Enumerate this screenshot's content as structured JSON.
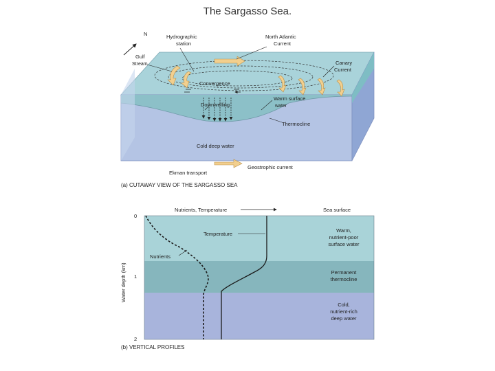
{
  "slide": {
    "title": "The Sargasso Sea."
  },
  "cutaway": {
    "caption": "(a) CUTAWAY VIEW OF THE SARGASSO SEA",
    "labels": {
      "north": "N",
      "gulf": "Gulf",
      "stream": "Stream",
      "hydro1": "Hydrographic",
      "hydro2": "station",
      "nac1": "North Atlantic",
      "nac2": "Current",
      "canary1": "Canary",
      "canary2": "Current",
      "convergence": "Convergence",
      "downwelling": "Downwelling",
      "warm1": "Warm surface",
      "warm2": "water",
      "thermocline": "Thermocline",
      "colddeep": "Cold deep water",
      "ekman": "Ekman transport",
      "geostrophic": "Geostrophic current"
    },
    "colors": {
      "surface": "#a9d3da",
      "warm": "#8cc0c8",
      "deep": "#b4c4e4",
      "side": "#8fa6d4",
      "arrow": "#f2cf8e"
    }
  },
  "profiles": {
    "caption": "(b) VERTICAL PROFILES",
    "header": "Nutrients, Temperature",
    "sea_surface": "Sea surface",
    "y_axis_label": "Water depth (km)",
    "ticks": [
      "0",
      "1",
      "2"
    ],
    "series": [
      {
        "name": "Temperature",
        "style": "solid"
      },
      {
        "name": "Nutrients",
        "style": "dashed"
      }
    ],
    "zones": [
      {
        "lines": [
          "Warm,",
          "nutrient-poor",
          "surface water"
        ],
        "color": "#a9d3d8"
      },
      {
        "lines": [
          "Permanent",
          "thermocline"
        ],
        "color": "#86b6bd"
      },
      {
        "lines": [
          "Cold,",
          "nutrient-rich",
          "deep water"
        ],
        "color": "#a8b4dc"
      }
    ]
  }
}
